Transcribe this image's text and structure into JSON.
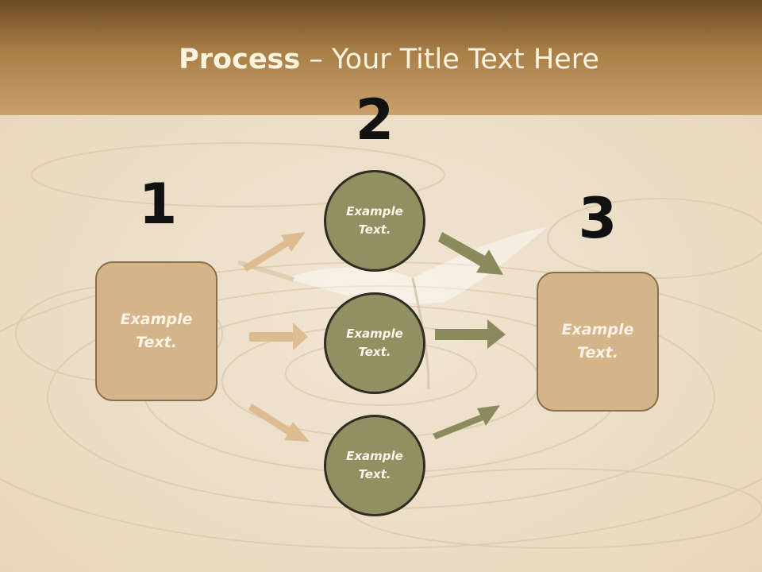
{
  "slide": {
    "title_bold": "Process",
    "title_rest": " – Your Title Text Here",
    "steps": [
      {
        "number": "1",
        "text_line1": "Example",
        "text_line2": "Text."
      },
      {
        "number": "2"
      },
      {
        "number": "3",
        "text_line1": "Example",
        "text_line2": "Text."
      }
    ],
    "circles": [
      {
        "text_line1": "Example",
        "text_line2": "Text."
      },
      {
        "text_line1": "Example",
        "text_line2": "Text."
      },
      {
        "text_line1": "Example",
        "text_line2": "Text."
      }
    ]
  },
  "colors": {
    "header": "#a97f48",
    "background": "#efe4d0",
    "box_fill": "#d6b48a",
    "circle_fill": "#8f9162",
    "arrow_tan": "#dcbc90",
    "arrow_olive": "#8a8b5c"
  }
}
